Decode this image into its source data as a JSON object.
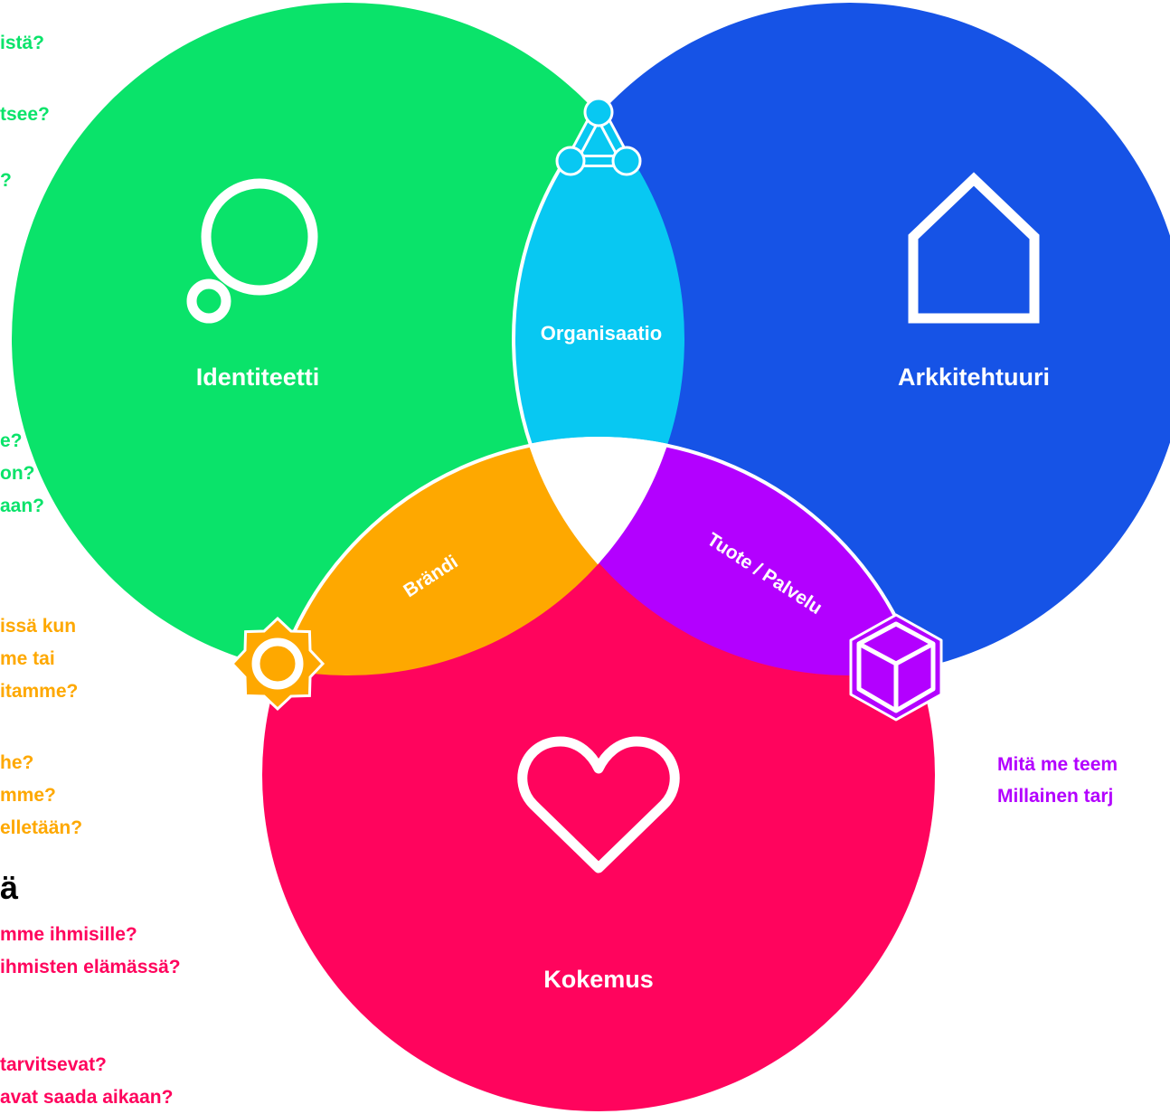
{
  "colors": {
    "identity": "#0ae36a",
    "architecture": "#1653e6",
    "experience": "#ff045d",
    "organization": "#08c8f2",
    "brand": "#fea800",
    "product": "#b300ff",
    "center": "#ffffff",
    "stroke": "#ffffff"
  },
  "circles": {
    "identity": {
      "label": "Identiteetti",
      "icon": "thought-bubble-icon"
    },
    "architecture": {
      "label": "Arkkitehtuuri",
      "icon": "house-icon"
    },
    "experience": {
      "label": "Kokemus",
      "icon": "heart-icon"
    }
  },
  "overlaps": {
    "organization": {
      "label": "Organisaatio",
      "icon": "triangle-network-icon"
    },
    "brand": {
      "label": "Brändi",
      "icon": "sun-gear-icon"
    },
    "product": {
      "label": "Tuote / Palvelu",
      "icon": "cube-icon"
    }
  },
  "side_text": {
    "identity_questions": [
      "istä?",
      "",
      "tsee?",
      "",
      "?"
    ],
    "identity_questions_2": [
      "e?",
      "on?",
      "aan?"
    ],
    "brand_questions": [
      "issä kun",
      "me tai",
      "itamme?"
    ],
    "brand_questions_2": [
      "he?",
      "mme?",
      "elletään?"
    ],
    "experience_heading": "ä",
    "experience_questions": [
      "mme ihmisille?",
      " ihmisten elämässä?"
    ],
    "experience_questions_2": [
      " tarvitsevat?",
      "avat saada aikaan?"
    ],
    "product_questions": [
      "Mitä me teem",
      "Millainen tarj"
    ]
  }
}
